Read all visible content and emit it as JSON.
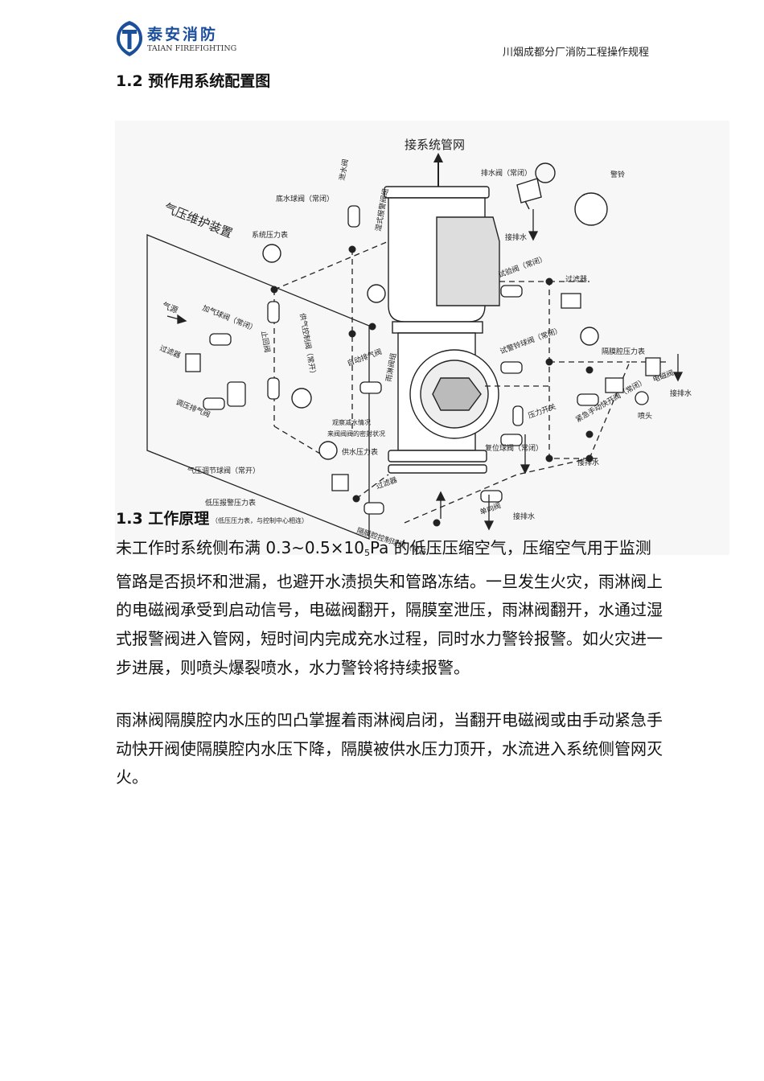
{
  "header": {
    "logo_cn": "泰安消防",
    "logo_en": "TAIAN FIREFIGHTING",
    "doc_title": "川烟成都分厂消防工程操作规程"
  },
  "sections": {
    "s12": "1.2  预作用系统配置图",
    "s13": "1.3 工作原理"
  },
  "figure": {
    "labels": {
      "top_pipe": "接系统管网",
      "drain_ball": "底水球阀（常闭）",
      "ball_valve": "泄水阀",
      "pressure_gauge_sys": "系统压力表",
      "air_maintain": "气压维护装置",
      "air_source": "气源",
      "add_air_valve": "加气球阀（常闭）",
      "check_valve": "止回阀",
      "air_supply_valve": "供气控制阀（常开）",
      "filter_left": "过滤器",
      "auto_exhaust": "自动排气阀",
      "reducer": "调压排气阀",
      "air_pressure_ball": "气压调节球阀（常开）",
      "alarm_gauge": "低压报警压力表",
      "alarm_gauge_note": "（低压压力表，与控制中心相连）",
      "drain_top": "排水阀（常闭）",
      "drain_out_top": "接排水",
      "bell": "警铃",
      "drain_test": "试验阀（常闭）",
      "filter_right": "过滤器",
      "diaphragm_gauge": "隔膜腔压力表",
      "solenoid": "电磁阀",
      "drain_out_right": "接排水",
      "test_alarm": "试警铃球阀（常闭）",
      "manual_valve": "紧急手动快开阀（常闭）",
      "nozzle": "喷头",
      "pressure_switch": "压力开关",
      "reset_valve": "复位球阀（常闭）",
      "drain_out_bottom_right": "接排水",
      "supply_gauge": "供水压力表",
      "filter_bottom": "过滤器",
      "one_way": "单向阀",
      "drain_out_bottom": "接排水",
      "diaphragm_ball": "隔膜腔控制球阀（常开）",
      "watch": "观察减水情况",
      "watch2": "来阀阀阀的密封状况",
      "main_valve": "湿式报警阀组",
      "deluge_valve": "雨淋阀组"
    }
  },
  "content": {
    "p1_a": "未工作时系统侧布满 0.3~0.5×10",
    "p1_sub": "5",
    "p1_b": "Pa 的低压压缩空气，压缩空气用于监测管路是否损坏和泄漏，也避开水渍损失和管路冻结。一旦发生火灾，雨淋阀上的电磁阀承受到启动信号，电磁阀翻开，隔膜室泄压，雨淋阀翻开，水通过湿式报警阀进入管网，短时间内完成充水过程，同时水力警铃报警。如火灾进一步进展，则喷头爆裂喷水，水力警铃将持续报警。",
    "p2": "雨淋阀隔膜腔内水压的凹凸掌握着雨淋阀启闭，当翻开电磁阀或由手动紧急手动快开阀使隔膜腔内水压下降，隔膜被供水压力顶开，水流进入系统侧管网灭火。"
  },
  "colors": {
    "logo_blue": "#1b4f9c",
    "line": "#222222"
  }
}
